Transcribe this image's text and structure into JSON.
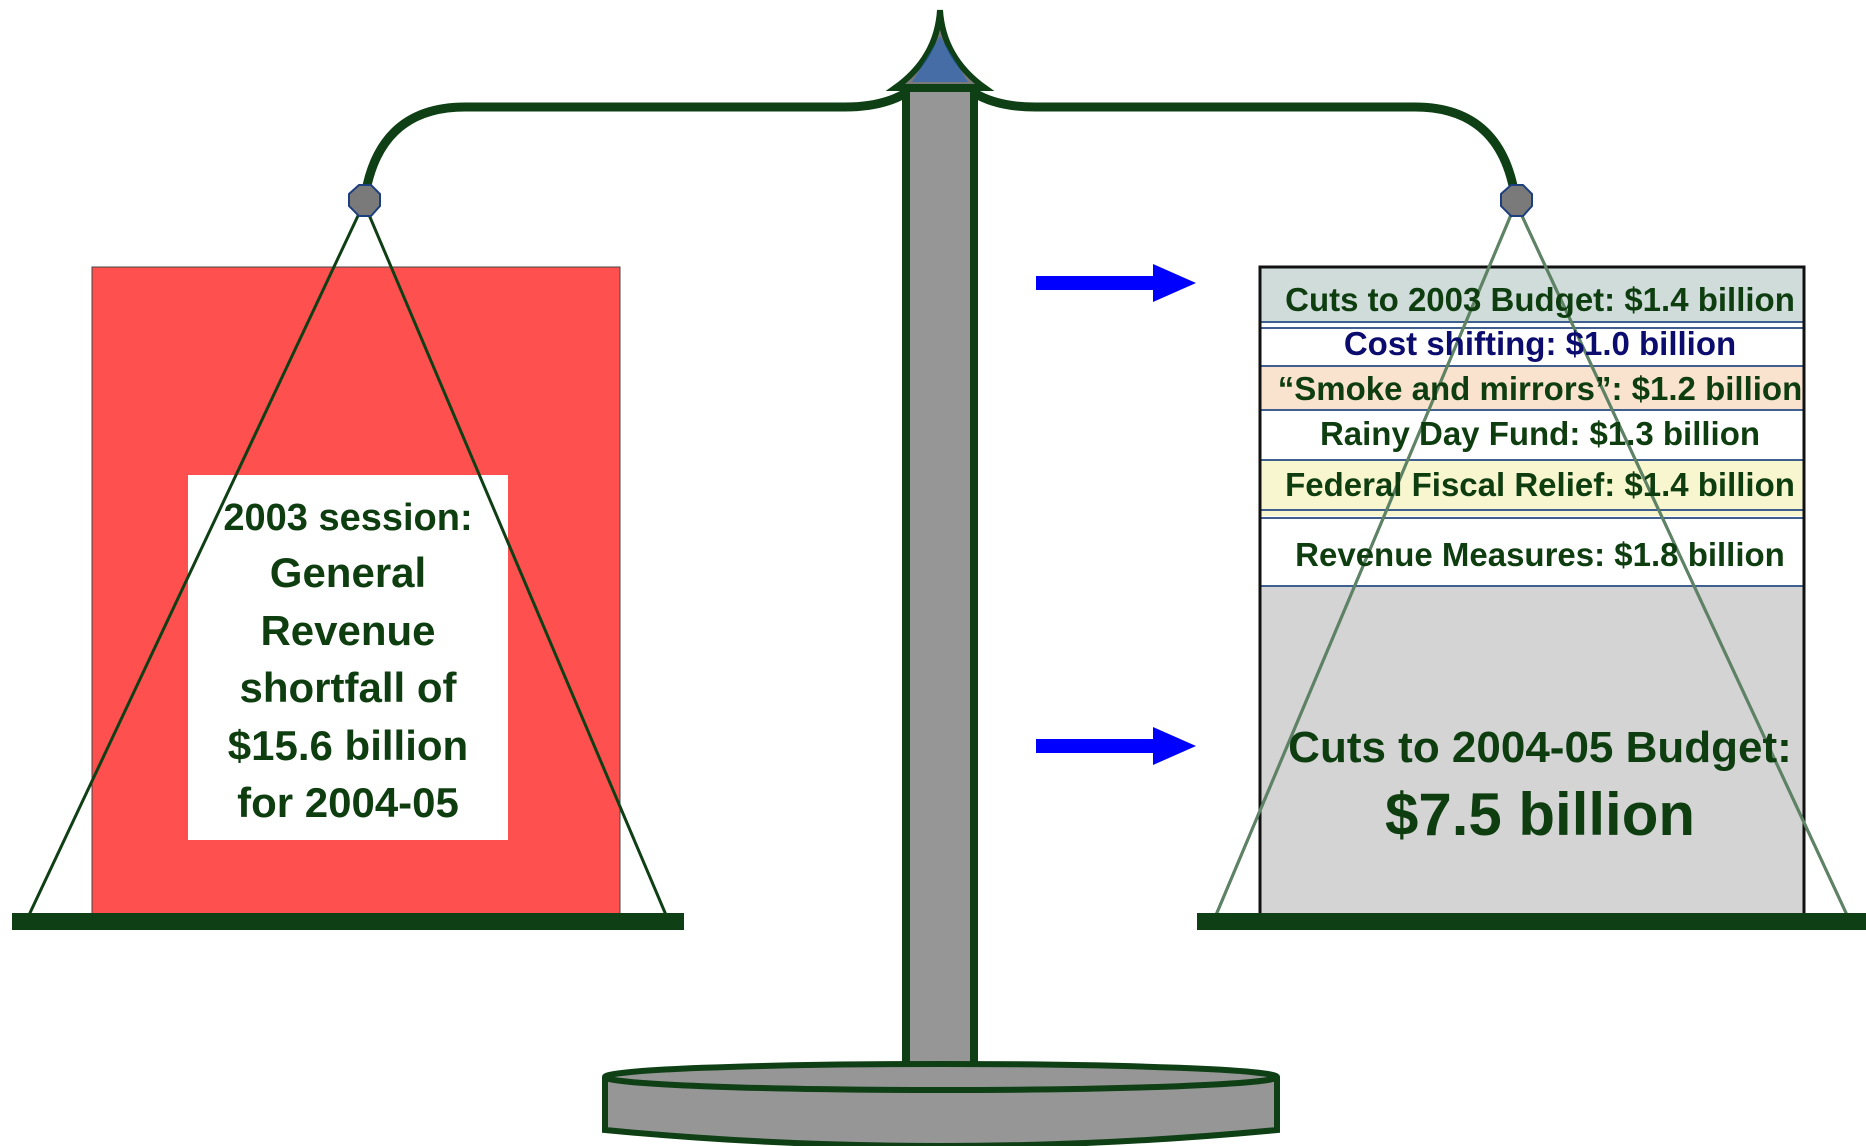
{
  "left_pan": {
    "line1": "2003 session:",
    "line2": "General",
    "line3": "Revenue",
    "line4": "shortfall of",
    "line5": "$15.6 billion",
    "line6": "for 2004-05"
  },
  "right_pan": {
    "items": [
      "Cuts to 2003 Budget: $1.4 billion",
      "Cost shifting: $1.0 billion",
      "“Smoke and mirrors”: $1.2 billion",
      "Rainy Day Fund: $1.3 billion",
      "Federal Fiscal Relief: $1.4 billion",
      "Revenue Measures: $1.8 billion"
    ],
    "big_label": "Cuts to 2004-05 Budget:",
    "big_value": "$7.5 billion"
  },
  "colors": {
    "frame": "#0f3f14",
    "text": "#0e3d10",
    "cost_shift_text": "#0c0c6e",
    "shortfall_box": "#ff5050",
    "arrow": "#0000ff",
    "post": "#969696",
    "pan_gray": "#d4d4d4"
  }
}
